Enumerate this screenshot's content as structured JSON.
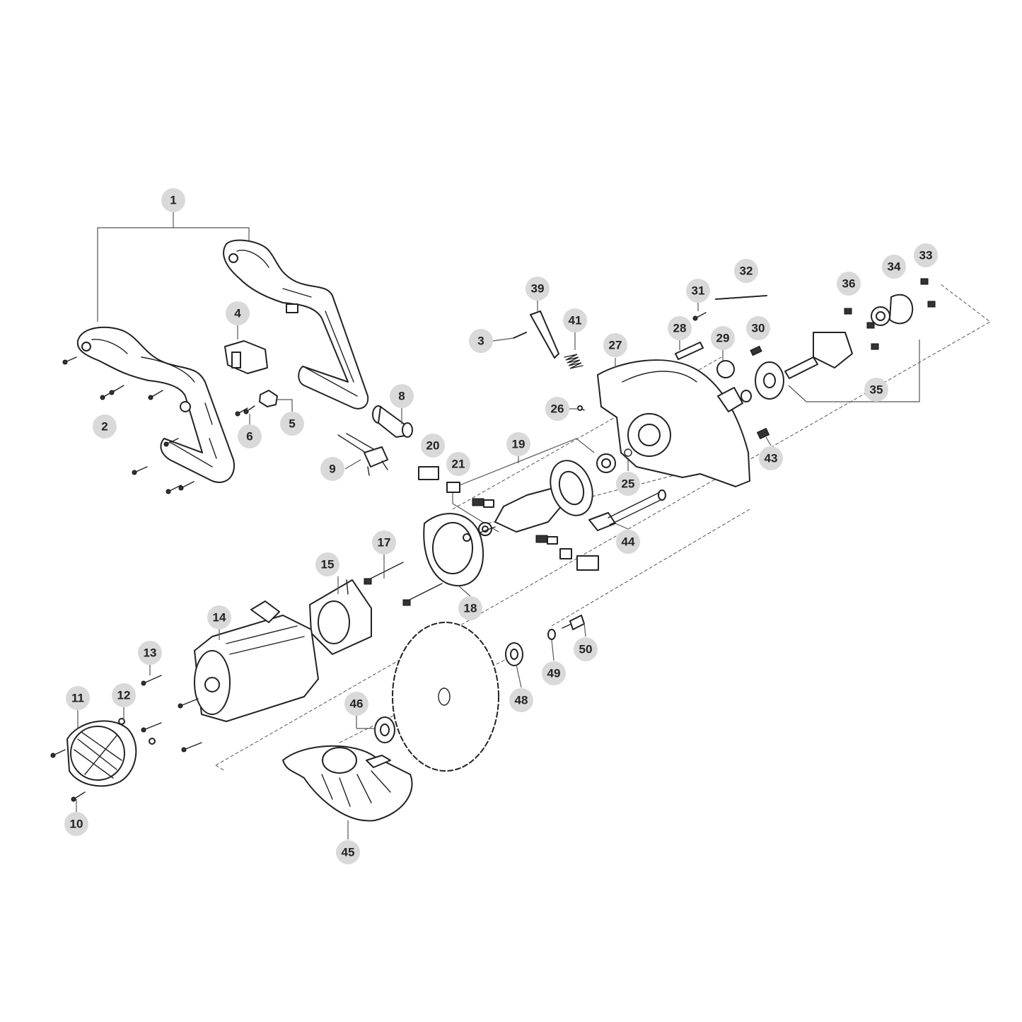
{
  "callouts": [
    {
      "id": "1",
      "label": "1"
    },
    {
      "id": "2",
      "label": "2"
    },
    {
      "id": "3",
      "label": "3"
    },
    {
      "id": "4",
      "label": "4"
    },
    {
      "id": "5",
      "label": "5"
    },
    {
      "id": "6",
      "label": "6"
    },
    {
      "id": "8",
      "label": "8"
    },
    {
      "id": "9",
      "label": "9"
    },
    {
      "id": "10",
      "label": "10"
    },
    {
      "id": "11",
      "label": "11"
    },
    {
      "id": "12",
      "label": "12"
    },
    {
      "id": "13",
      "label": "13"
    },
    {
      "id": "14",
      "label": "14"
    },
    {
      "id": "15",
      "label": "15"
    },
    {
      "id": "17",
      "label": "17"
    },
    {
      "id": "18",
      "label": "18"
    },
    {
      "id": "19",
      "label": "19"
    },
    {
      "id": "20",
      "label": "20"
    },
    {
      "id": "21",
      "label": "21"
    },
    {
      "id": "25",
      "label": "25"
    },
    {
      "id": "26",
      "label": "26"
    },
    {
      "id": "27",
      "label": "27"
    },
    {
      "id": "28",
      "label": "28"
    },
    {
      "id": "29",
      "label": "29"
    },
    {
      "id": "30",
      "label": "30"
    },
    {
      "id": "31",
      "label": "31"
    },
    {
      "id": "32",
      "label": "32"
    },
    {
      "id": "33",
      "label": "33"
    },
    {
      "id": "34",
      "label": "34"
    },
    {
      "id": "35",
      "label": "35"
    },
    {
      "id": "36",
      "label": "36"
    },
    {
      "id": "39",
      "label": "39"
    },
    {
      "id": "41",
      "label": "41"
    },
    {
      "id": "43",
      "label": "43"
    },
    {
      "id": "44",
      "label": "44"
    },
    {
      "id": "45",
      "label": "45"
    },
    {
      "id": "46",
      "label": "46"
    },
    {
      "id": "48",
      "label": "48"
    },
    {
      "id": "49",
      "label": "49"
    },
    {
      "id": "50",
      "label": "50"
    }
  ]
}
